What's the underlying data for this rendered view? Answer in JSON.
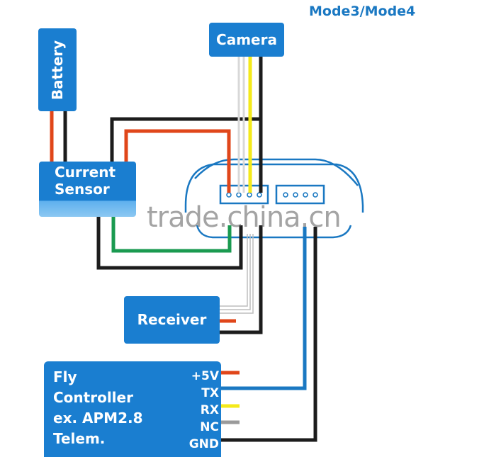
{
  "title": "Mode3/Mode4",
  "components": {
    "battery": "Battery",
    "camera": "Camera",
    "current_sensor": [
      "Current",
      "Sensor"
    ],
    "receiver": "Receiver",
    "fly_controller": {
      "name_lines": [
        "Fly",
        "Controller",
        "ex. APM2.8",
        "Telem."
      ],
      "pins": [
        "+5V",
        "TX",
        "RX",
        "NC",
        "GND"
      ]
    }
  },
  "watermark": "trade.china.cn",
  "colors": {
    "box_blue": "#1a7ed0",
    "wire_red": "#e0461a",
    "wire_black": "#1c1c1c",
    "wire_yellow": "#f4ea1a",
    "wire_white": "#d8d8d8",
    "wire_green": "#1a9a50",
    "wire_blue": "#1a78c2",
    "wire_gray": "#9a9a9a"
  }
}
